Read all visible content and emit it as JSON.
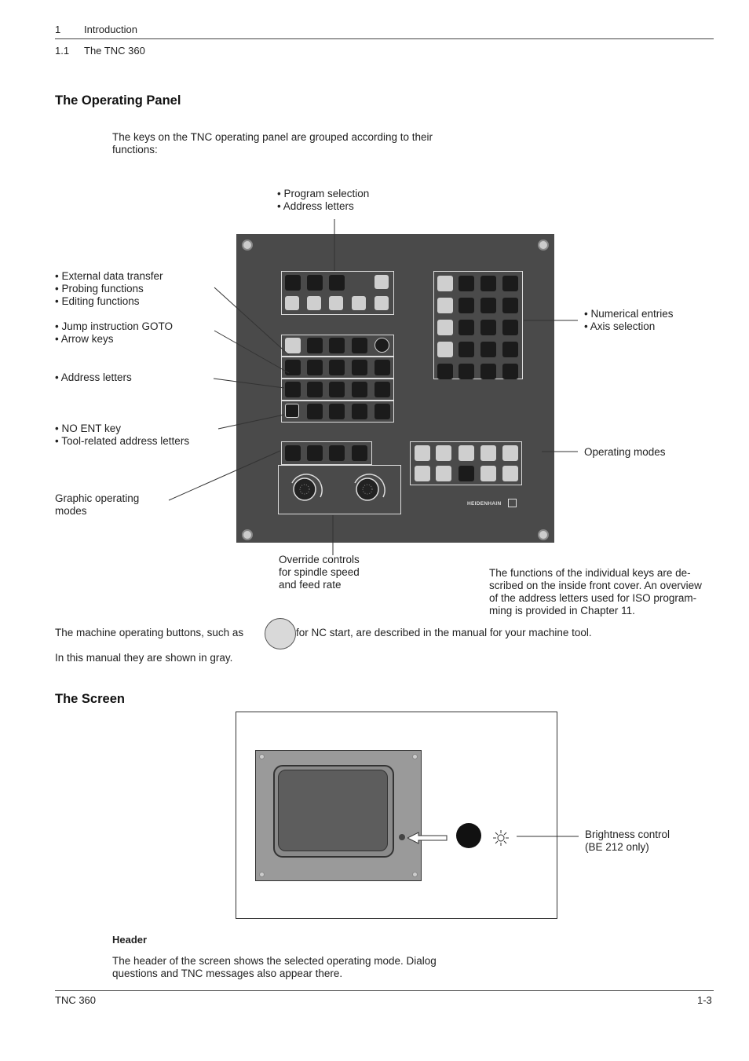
{
  "header": {
    "chapter_num": "1",
    "chapter_title": "Introduction",
    "section_num": "1.1",
    "section_title": "The TNC 360"
  },
  "panel_section": {
    "heading": "The Operating Panel",
    "intro": "The keys on the TNC operating panel are grouped according to their\nfunctions:",
    "labels": {
      "program_selection": "• Program selection\n• Address letters",
      "external": "• External data transfer\n• Probing functions\n• Editing functions",
      "goto": "• Jump instruction GOTO\n• Arrow keys",
      "address": "• Address letters",
      "noent": "• NO ENT key\n• Tool-related address letters",
      "graphic": "Graphic operating\nmodes",
      "numerical": "• Numerical entries\n• Axis selection",
      "opmodes": "Operating modes",
      "override": "Override controls\nfor spindle speed\nand feed rate"
    },
    "brand": "HEIDENHAIN",
    "functions_note": "The functions of the individual keys are de-\nscribed on the inside front cover. An overview\nof the address letters used for ISO program-\nming is provided in Chapter 11.",
    "machine_text_a": "The machine operating buttons, such as",
    "machine_text_b": "for NC start, are described in the manual for your machine tool.",
    "gray_note": "In this manual they are shown in gray."
  },
  "screen_section": {
    "heading": "The Screen",
    "brightness_label": "Brightness control\n(BE 212 only)",
    "subheading": "Header",
    "header_text": "The header of the screen shows the selected operating mode. Dialog\nquestions and TNC messages also appear there."
  },
  "footer": {
    "left": "TNC 360",
    "right": "1-3"
  }
}
